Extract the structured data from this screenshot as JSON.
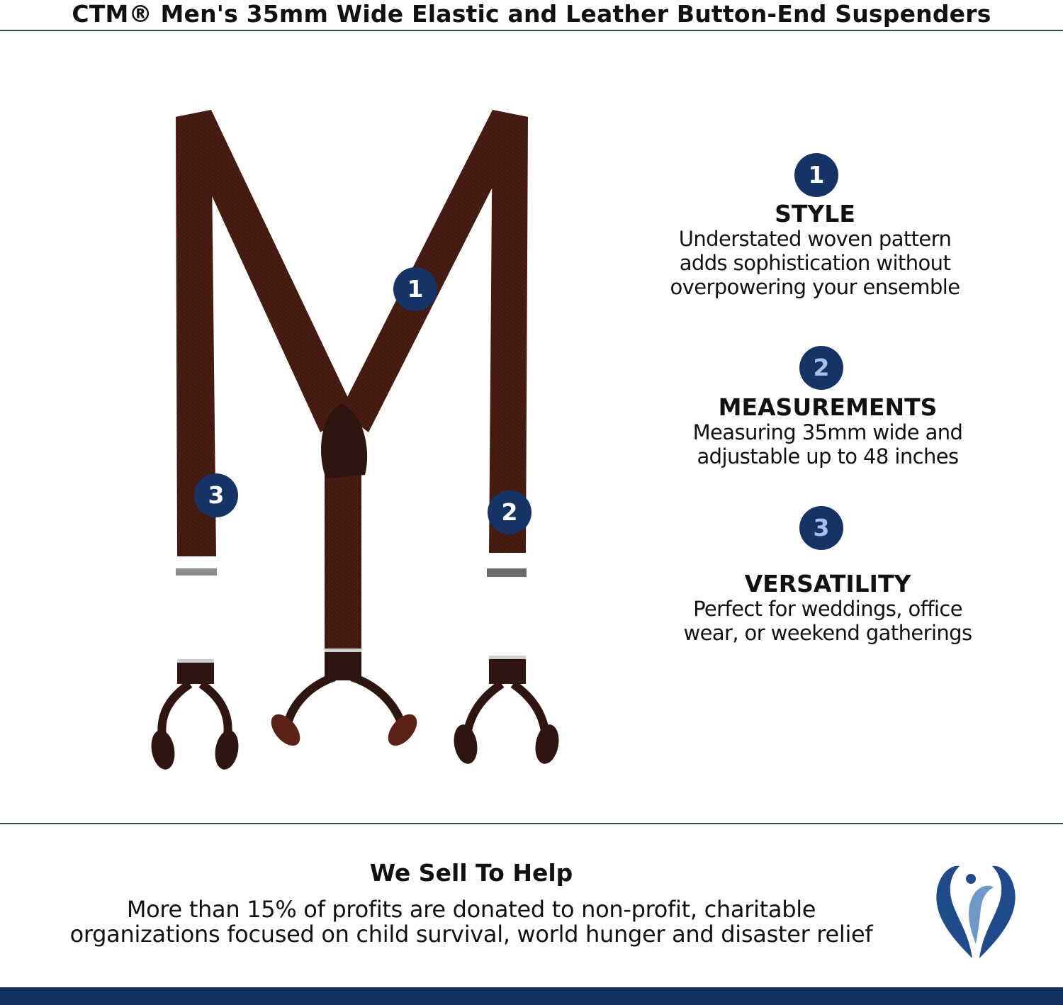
{
  "header": {
    "title": "CTM® Men's 35mm Wide Elastic and Leather Button-End Suspenders"
  },
  "callouts": [
    "1",
    "2",
    "3"
  ],
  "features": [
    {
      "number": "1",
      "title": "STYLE",
      "lines": [
        "Understated woven pattern",
        "adds sophistication without",
        "overpowering your ensemble"
      ]
    },
    {
      "number": "2",
      "title": "MEASUREMENTS",
      "lines": [
        "Measuring 35mm wide and",
        "adjustable up to 48 inches"
      ]
    },
    {
      "number": "3",
      "title": "VERSATILITY",
      "lines": [
        "Perfect for weddings, office",
        "wear, or weekend gatherings"
      ]
    }
  ],
  "footer": {
    "title": "We Sell To Help",
    "lines": [
      "More than 15% of profits are donated to non-profit, charitable",
      "organizations focused on child survival, world hunger and disaster relief"
    ]
  },
  "colors": {
    "navy": "#163366",
    "strap": "#4a1d12",
    "leather": "#2e1510",
    "rule": "#2f4a5a"
  },
  "icons": {
    "logo": "heart-bird-logo-icon"
  }
}
